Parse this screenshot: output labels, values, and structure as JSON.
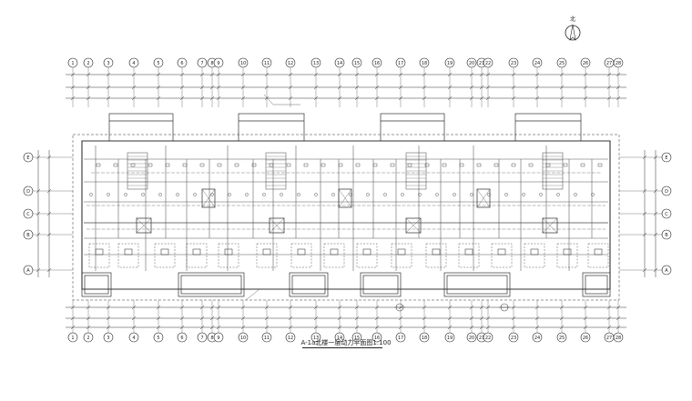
{
  "drawing": {
    "title": "A-1a北楼一层动力平面图1:100"
  },
  "grid": {
    "columns_top": [
      "1",
      "2",
      "3",
      "4",
      "5",
      "6",
      "7",
      "8",
      "9",
      "10",
      "11",
      "12",
      "13",
      "14",
      "15",
      "16",
      "17",
      "18",
      "19",
      "20",
      "21",
      "22",
      "23",
      "24",
      "25",
      "26",
      "27",
      "28"
    ],
    "columns_bottom": [
      "1",
      "2",
      "3",
      "4",
      "5",
      "6",
      "7",
      "8",
      "9",
      "10",
      "11",
      "12",
      "13",
      "14",
      "15",
      "16",
      "17",
      "18",
      "19",
      "20",
      "21",
      "22",
      "23",
      "24",
      "25",
      "26",
      "27",
      "28"
    ],
    "rows": [
      "E",
      "D",
      "C",
      "B",
      "A"
    ]
  },
  "north_arrow": {
    "label": "北"
  }
}
